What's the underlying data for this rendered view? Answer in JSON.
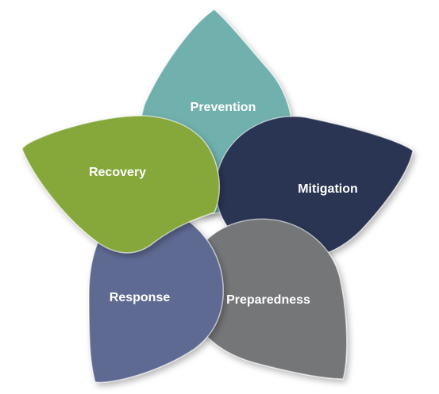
{
  "diagram": {
    "petals": [
      {
        "id": "prevention",
        "label": "Prevention",
        "color": "#6fb0ad"
      },
      {
        "id": "mitigation",
        "label": "Mitigation",
        "color": "#2c3553"
      },
      {
        "id": "preparedness",
        "label": "Preparedness",
        "color": "#747678"
      },
      {
        "id": "response",
        "label": "Response",
        "color": "#5e6b93"
      },
      {
        "id": "recovery",
        "label": "Recovery",
        "color": "#86a83a"
      }
    ]
  }
}
